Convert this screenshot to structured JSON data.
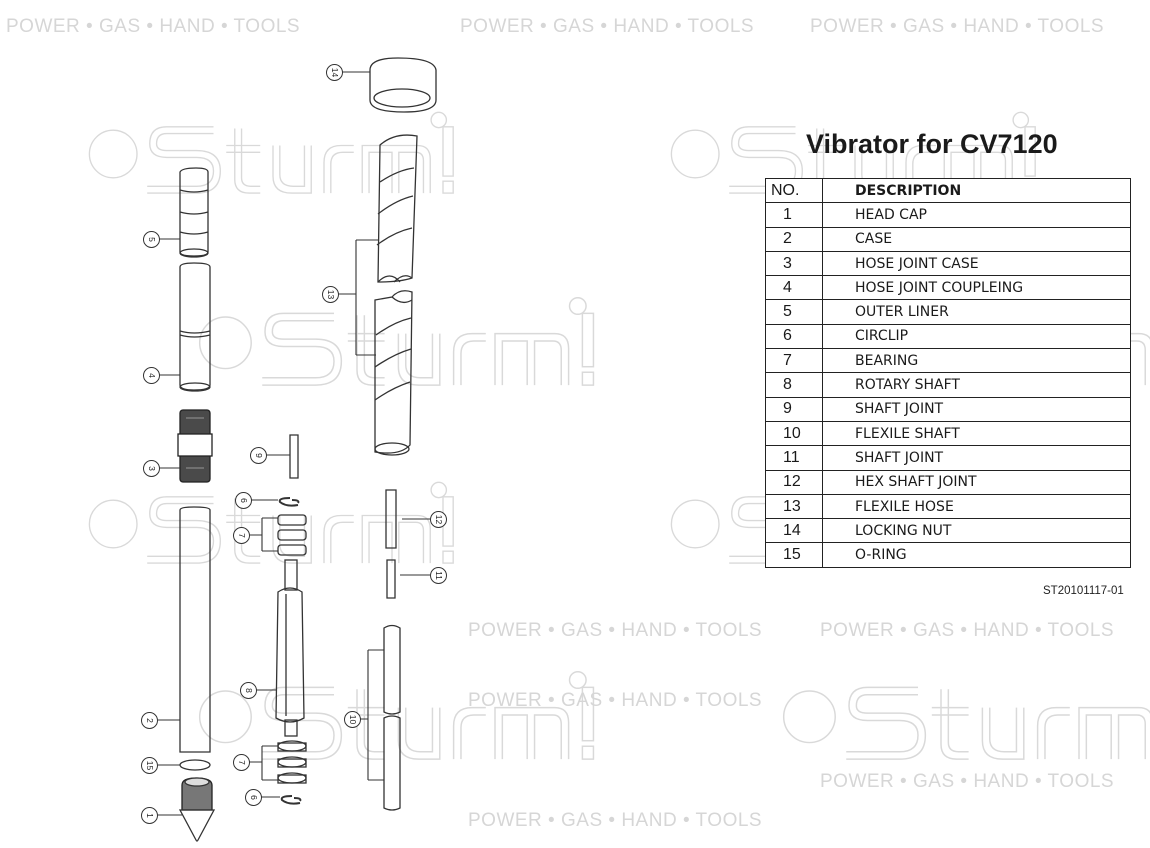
{
  "title": "Vibrator for CV7120",
  "table": {
    "headers": {
      "no": "NO.",
      "description": "DESCRIPTION"
    },
    "rows": [
      {
        "no": "1",
        "description": "HEAD CAP"
      },
      {
        "no": "2",
        "description": "CASE"
      },
      {
        "no": "3",
        "description": "HOSE JOINT CASE"
      },
      {
        "no": "4",
        "description": "HOSE JOINT COUPLEING"
      },
      {
        "no": "5",
        "description": "OUTER LINER"
      },
      {
        "no": "6",
        "description": "CIRCLIP"
      },
      {
        "no": "7",
        "description": "BEARING"
      },
      {
        "no": "8",
        "description": "ROTARY SHAFT"
      },
      {
        "no": "9",
        "description": "SHAFT JOINT"
      },
      {
        "no": "10",
        "description": "FLEXILE SHAFT"
      },
      {
        "no": "11",
        "description": "SHAFT JOINT"
      },
      {
        "no": "12",
        "description": "HEX SHAFT JOINT"
      },
      {
        "no": "13",
        "description": "FLEXILE HOSE"
      },
      {
        "no": "14",
        "description": "LOCKING NUT"
      },
      {
        "no": "15",
        "description": "O-RING"
      }
    ]
  },
  "document_code": "ST20101117-01",
  "watermark": {
    "logo_text": "Sturm!",
    "registered": "®",
    "tagline": "POWER • GAS • HAND • TOOLS",
    "color": "#d6d6d6"
  },
  "diagram": {
    "callouts": [
      "1",
      "2",
      "3",
      "4",
      "5",
      "6",
      "7",
      "8",
      "9",
      "10",
      "11",
      "12",
      "13",
      "14",
      "15",
      "6",
      "7"
    ],
    "line_color": "#333333"
  }
}
